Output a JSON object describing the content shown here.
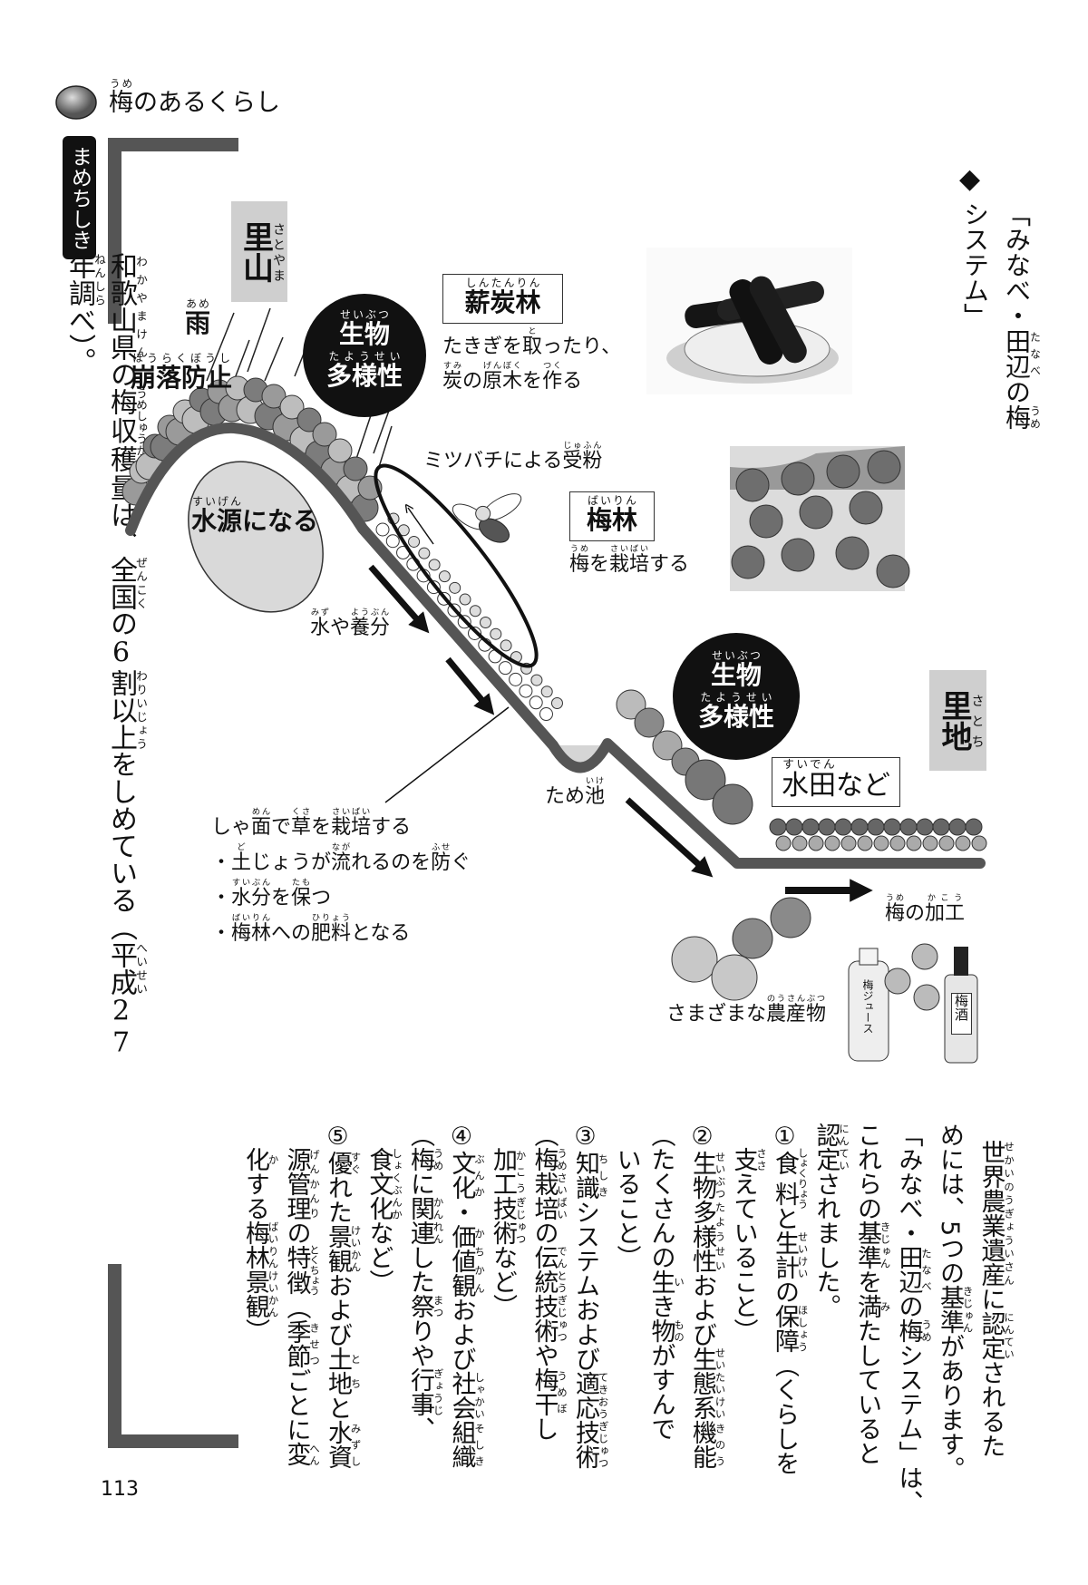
{
  "header": {
    "title": "梅[うめ]のあるくらし",
    "icon": "ume-fruit-icon"
  },
  "trivia": {
    "label": "まめちしき",
    "text": "和歌山県[わかやまけん]の梅収穫量[うめしゅうかくりょう]は、全国[ぜんこく]の6割[わり]以上[いじょう]をしめている（平成[へいせい]27年[ねん]調[しら]べ）。"
  },
  "heading": {
    "marker": "◆",
    "text": "「みなべ・田辺[たなべ]の梅[うめ]システム」"
  },
  "diagram": {
    "satoyama": "里山[さとやま]",
    "satochi": "里地[さとち]",
    "rain": "雨[あめ]",
    "landslide": "崩落防止[ほうらくぼうし]",
    "biodiversity_1": {
      "line1": "生物[せいぶつ]",
      "line2": "多様性[たようせい]"
    },
    "biodiversity_2": {
      "line1": "生物[せいぶつ]",
      "line2": "多様性[たようせい]"
    },
    "coppice": {
      "title": "薪炭林[しんたんりん]",
      "desc1": "たきぎを取[と]ったり、",
      "desc2": "炭[すみ]の原木[げんぼく]を作[つく]る"
    },
    "pollination": "ミツバチによる受粉[じゅふん]",
    "water_source": "水源[すいげん]になる",
    "ume_forest": {
      "title": "梅林[ばいりん]",
      "desc": "梅[うめ]を栽培[さいばい]する"
    },
    "water_nutrients": "水[みず]や養分[ようぶん]",
    "pond": "ため池[いけ]",
    "paddy": "水田[すいでん]など",
    "slope": {
      "title": "しゃ面[めん]で草[くさ]を栽培[さいばい]する",
      "bullets": [
        "・土[ど]じょうが流[なが]れるのを防[ふせ]ぐ",
        "・水分[すいぶん]を保[たも]つ",
        "・梅林[ばいりん]への肥料[ひりょう]となる"
      ]
    },
    "processing": "梅[うめ]の加工[かこう]",
    "produce": "さまざまな農産物[のうさんぶつ]",
    "juice_label": "梅ジュース",
    "liquor_label": "梅酒"
  },
  "body": {
    "lines": [
      "世界農業遺産[せかいのうぎょういさん]に認定[にんてい]されるた",
      "めには、5つの基準[きじゅん]があります。",
      "「みなべ・田辺[たなべ]の梅[うめ]システム」は、",
      "これらの基準[きじゅん]を満[み]たしていると",
      "認定[にんてい]されました。",
      "①食料[しょくりょう]と生計[せいけい]の保障[ほしょう]（くらしを",
      "支[ささ]えていること）",
      "②生物[せいぶつ]多様性[たようせい]および生態系[せいたいけい]機能[きのう]",
      "（たくさんの生[い]き物[もの]がすんで",
      "いること）",
      "③知識[ちしき]システムおよび適応[てきおう]技術[ぎじゅつ]",
      "（梅[うめ]栽培[さいばい]の伝統[でんとう]技術[ぎじゅつ]や梅干[うめぼ]し",
      "加工[かこう]技術[ぎじゅつ]など）",
      "④文化[ぶんか]・価値観[かちかん]および社会[しゃかい]組織[そしき]",
      "（梅[うめ]に関連[かんれん]した祭[まつ]りや行事[ぎょうじ]、",
      "食文化[しょくぶんか]など）",
      "⑤優[すぐ]れた景観[けいかん]および土地[とち]と水資[みずし]",
      "源管理[げんかんり]の特徴[とくちょう]（季節[きせつ]ごとに変[へん]",
      "化[か]する梅林[ばいりん]景観[けいかん]）"
    ]
  },
  "page_number": "113",
  "colors": {
    "bracket": "#555555",
    "label_box": "#cfcfcf",
    "ground": "#555555"
  }
}
